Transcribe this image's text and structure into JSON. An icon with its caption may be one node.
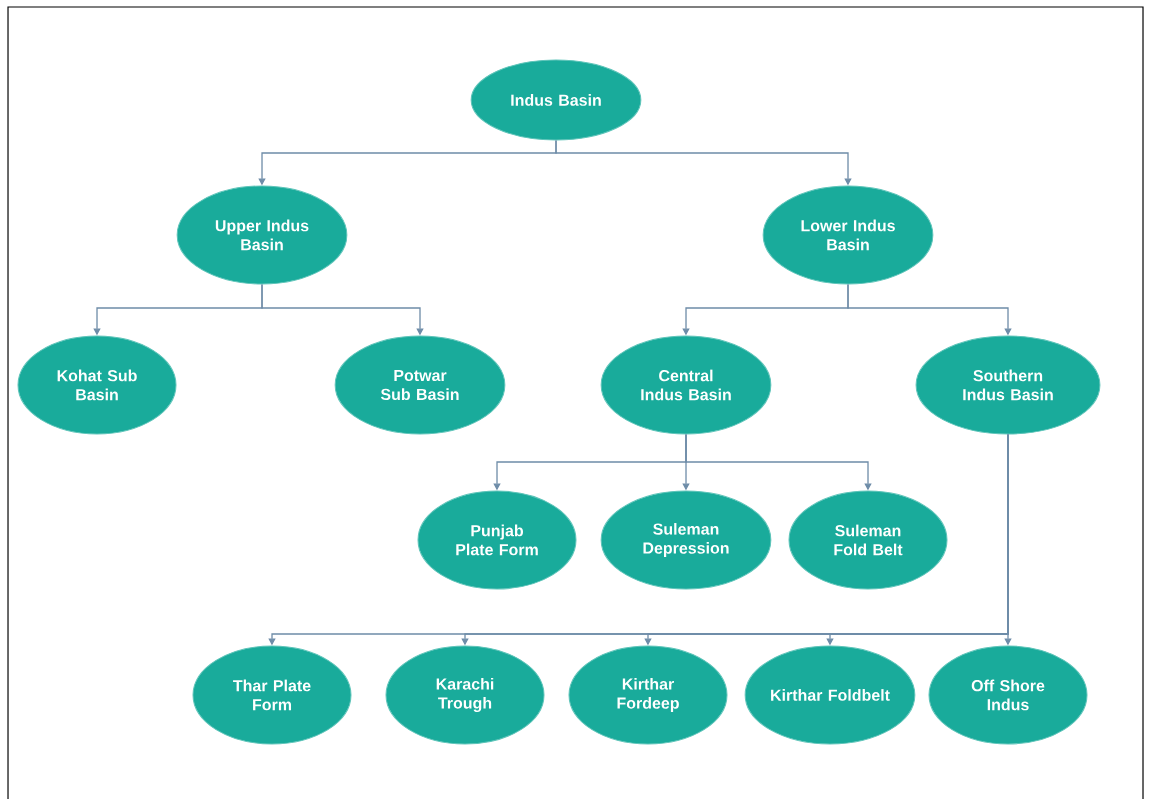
{
  "diagram": {
    "nodes": [
      {
        "text": [
          "Indus Basin"
        ]
      },
      {
        "text": [
          "Upper Indus Basin"
        ]
      },
      {
        "text": [
          "Lower Indus Basin"
        ]
      },
      {
        "text": [
          "Kohat Sub Basin"
        ]
      },
      {
        "text": [
          "Potwar Sub Basin"
        ]
      },
      {
        "text": [
          "Central Indus Basin"
        ]
      },
      {
        "text": [
          "Southern Indus Basin"
        ]
      },
      {
        "text": [
          "Punjab Plate Form"
        ]
      },
      {
        "text": [
          "Suleman Depression"
        ]
      },
      {
        "text": [
          "Suleman Fold Belt"
        ]
      },
      {
        "text": [
          "Thar Plate Form"
        ]
      },
      {
        "text": [
          "Karachi Trough"
        ]
      },
      {
        "text": [
          "Kirthar Fordeep"
        ]
      },
      {
        "text": [
          "Kirthar Foldbelt"
        ]
      },
      {
        "text": [
          "Off Shore Indus"
        ]
      }
    ],
    "edges": [
      {
        "from": 0,
        "to": 1,
        "arrow": "to"
      },
      {
        "from": 0,
        "to": 2,
        "arrow": "to"
      },
      {
        "from": 1,
        "to": 3,
        "arrow": "to"
      },
      {
        "from": 1,
        "to": 4,
        "arrow": "to"
      },
      {
        "from": 2,
        "to": 5,
        "arrow": "to"
      },
      {
        "from": 2,
        "to": 6,
        "arrow": "to"
      },
      {
        "from": 5,
        "to": 7,
        "arrow": "to"
      },
      {
        "from": 5,
        "to": 8,
        "arrow": "to"
      },
      {
        "from": 5,
        "to": 9,
        "arrow": "to"
      },
      {
        "from": 6,
        "to": 10,
        "arrow": "to"
      },
      {
        "from": 6,
        "to": 11,
        "arrow": "to"
      },
      {
        "from": 6,
        "to": 12,
        "arrow": "to"
      },
      {
        "from": 6,
        "to": 13,
        "arrow": "to"
      },
      {
        "from": 6,
        "to": 14,
        "arrow": "to"
      }
    ]
  }
}
